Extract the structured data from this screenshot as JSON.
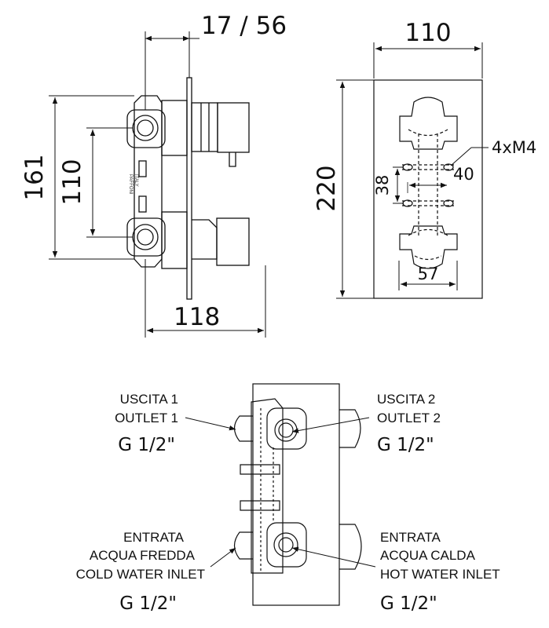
{
  "side_view": {
    "dim_top": "17 / 56",
    "dim_bottom": "118",
    "dim_outer_height": "161",
    "dim_inlet_spacing": "110",
    "stamp_lines": [
      "PAFFONI",
      "ITALY"
    ]
  },
  "front_view": {
    "dim_width": "110",
    "dim_height": "220",
    "dim_screw": "4xM4",
    "dim_screw_hspacing": "40",
    "dim_screw_vspacing": "38",
    "dim_base": "57"
  },
  "rear_view": {
    "outlet_1": {
      "it": "USCITA 1",
      "en": "OUTLET 1",
      "thread": "G 1/2\""
    },
    "outlet_2": {
      "it": "USCITA 2",
      "en": "OUTLET 2",
      "thread": "G 1/2\""
    },
    "cold_inlet": {
      "it1": "ENTRATA",
      "it2": "ACQUA FREDDA",
      "en": "COLD WATER INLET",
      "thread": "G 1/2\""
    },
    "hot_inlet": {
      "it1": "ENTRATA",
      "it2": "ACQUA CALDA",
      "en": "HOT WATER INLET",
      "thread": "G 1/2\""
    }
  }
}
